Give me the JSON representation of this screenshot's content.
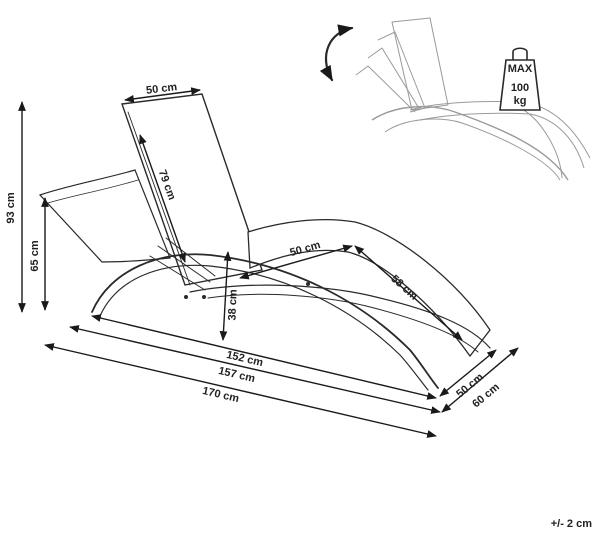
{
  "colors": {
    "ink": "#2a2a2a",
    "ghost": "#9a9a9a",
    "text": "#222222"
  },
  "icons": {
    "rotate": "curved-double-arrow-icon",
    "weight": "weight-kettlebell-icon"
  },
  "weight_badge": {
    "line1": "MAX",
    "line2": "100",
    "line3": "kg"
  },
  "dimensions": {
    "backrest_width": "50 cm",
    "backrest_length": "79 cm",
    "total_height": "93 cm",
    "armrest_height": "65 cm",
    "seat_height": "38 cm",
    "seat_width": "50 cm",
    "seat_length": "58 cm",
    "length_inner": "152 cm",
    "length_mid": "157 cm",
    "length_total": "170 cm",
    "width_inner": "50 cm",
    "width_outer": "60 cm"
  },
  "tolerance": "+/- 2 cm"
}
